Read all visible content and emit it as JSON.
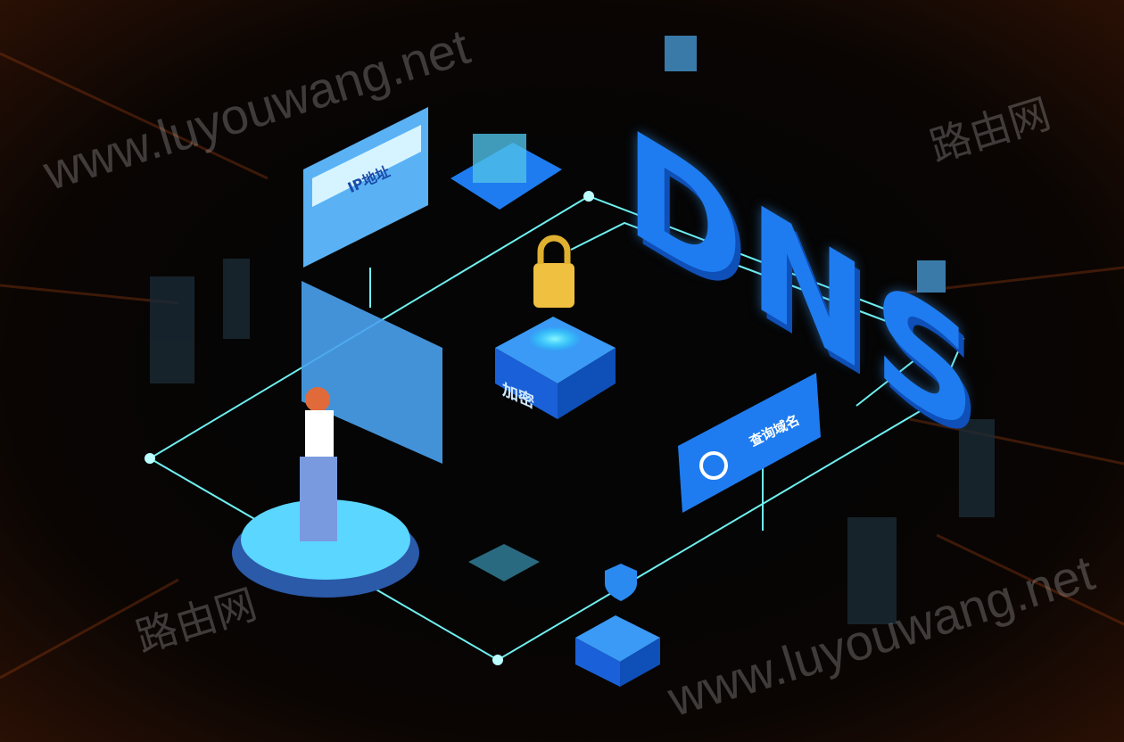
{
  "illustration": {
    "headline": "DNS",
    "ip_card_label": "IP地址",
    "encrypt_label": "加密",
    "query_label": "查询域名"
  },
  "watermarks": {
    "url_top": "www.luyouwang.net",
    "url_bottom": "www.luyouwang.net",
    "brand_top": "路由网",
    "brand_bottom": "路由网"
  },
  "colors": {
    "line": "#6ff0f0",
    "blue": "#1e7cf0",
    "light_blue": "#8fd4ff",
    "lock": "#f0c040",
    "figure_shirt": "#ffffff",
    "hair": "#e06a3a"
  }
}
